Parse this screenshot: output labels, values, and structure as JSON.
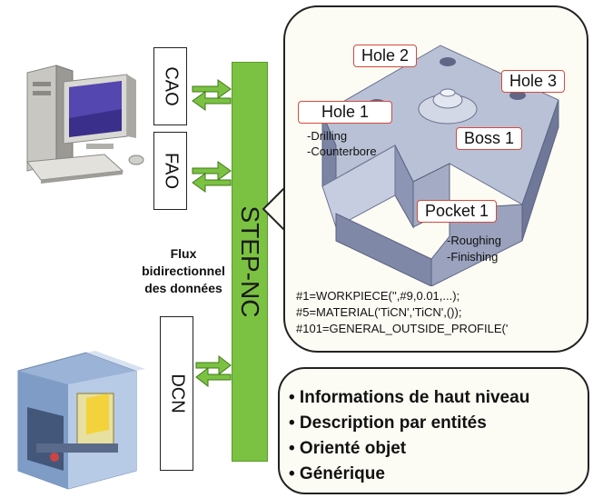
{
  "left_boxes": [
    {
      "label": "CAO"
    },
    {
      "label": "FAO"
    },
    {
      "label": "DCN"
    }
  ],
  "center_bar": {
    "label": "STEP-NC"
  },
  "flux": {
    "line1": "Flux",
    "line2": "bidirectionnel",
    "line3": "des données"
  },
  "part": {
    "features": [
      {
        "label": "Hole 2"
      },
      {
        "label": "Hole 3"
      },
      {
        "label": "Hole 1",
        "operations": [
          "-Drilling",
          "-Counterbore"
        ]
      },
      {
        "label": "Boss 1"
      },
      {
        "label": "Pocket 1",
        "operations": [
          "-Roughing",
          "-Finishing"
        ]
      }
    ],
    "code_lines": [
      "#1=WORKPIECE('',#9,0.01,...);",
      "#5=MATERIAL('TiCN','TiCN',());",
      "#101=GENERAL_OUTSIDE_PROFILE('"
    ]
  },
  "bullets": [
    "• Informations de haut niveau",
    "• Description par entités",
    "• Orienté objet",
    "• Générique"
  ],
  "colors": {
    "bar": "#7cc242",
    "label_border": "#d34a3c",
    "part": "#a9b2c9"
  }
}
